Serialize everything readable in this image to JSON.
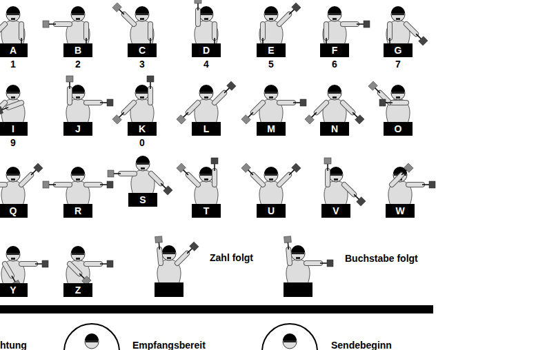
{
  "diagram": {
    "nodes": [
      {
        "text": [
          "A"
        ]
      },
      {
        "text": [
          "B"
        ]
      },
      {
        "text": [
          "C"
        ]
      },
      {
        "text": [
          "D"
        ]
      },
      {
        "text": [
          "E"
        ]
      },
      {
        "text": [
          "F"
        ]
      },
      {
        "text": [
          "G"
        ]
      },
      {
        "text": [
          "I"
        ]
      },
      {
        "text": [
          "J"
        ]
      },
      {
        "text": [
          "K"
        ]
      },
      {
        "text": [
          "L"
        ]
      },
      {
        "text": [
          "M"
        ]
      },
      {
        "text": [
          "N"
        ]
      },
      {
        "text": [
          "O"
        ]
      },
      {
        "text": [
          "Q"
        ]
      },
      {
        "text": [
          "R"
        ]
      },
      {
        "text": [
          "S"
        ]
      },
      {
        "text": [
          "T"
        ]
      },
      {
        "text": [
          "U"
        ]
      },
      {
        "text": [
          "V"
        ]
      },
      {
        "text": [
          "W"
        ]
      },
      {
        "text": [
          "Y"
        ]
      },
      {
        "text": [
          "Z"
        ]
      }
    ],
    "labels": [
      "1",
      "2",
      "3",
      "4",
      "5",
      "6",
      "7",
      "9",
      "0",
      "Zahl folgt",
      "Buchstabe folgt",
      "htung",
      "Empfangsbereit",
      "Sendebeginn"
    ]
  }
}
